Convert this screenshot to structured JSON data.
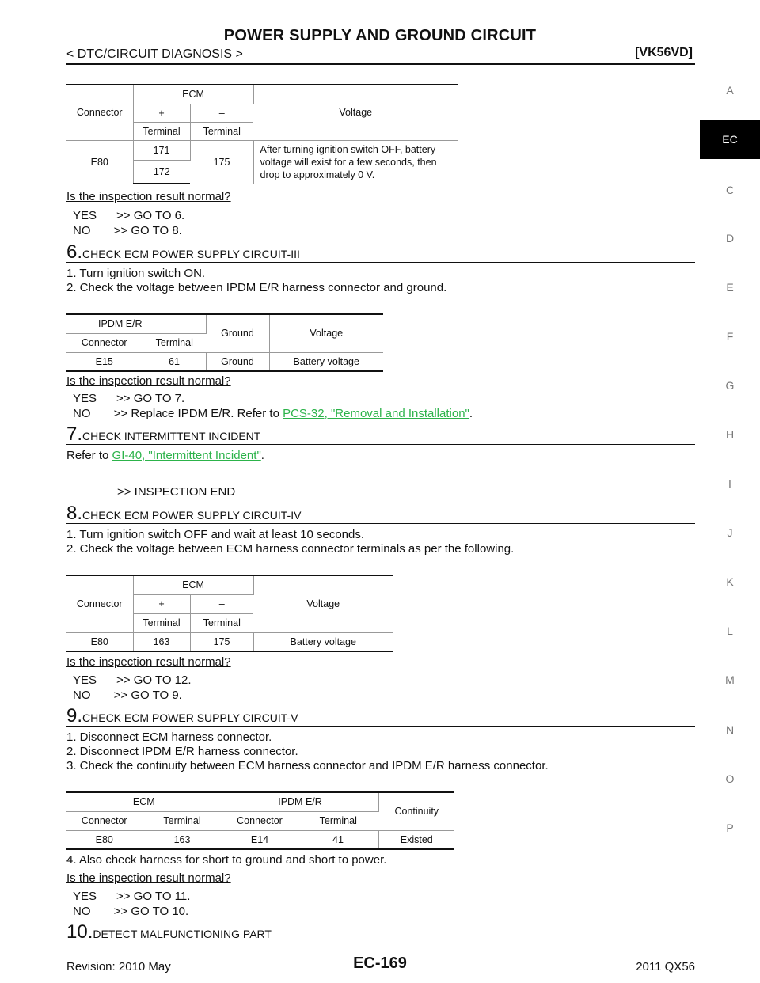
{
  "header": {
    "title": "POWER SUPPLY AND GROUND CIRCUIT",
    "subtitle": "< DTC/CIRCUIT DIAGNOSIS >",
    "model": "[VK56VD]"
  },
  "side_tabs": [
    "A",
    "EC",
    "C",
    "D",
    "E",
    "F",
    "G",
    "H",
    "I",
    "J",
    "K",
    "L",
    "M",
    "N",
    "O",
    "P"
  ],
  "active_tab": "EC",
  "table1": {
    "ecm": "ECM",
    "voltage": "Voltage",
    "connector": "Connector",
    "plus": "+",
    "minus": "–",
    "terminal": "Terminal",
    "conn_value": "E80",
    "t1": "171",
    "t2": "172",
    "neg": "175",
    "condition": "After turning ignition switch OFF, battery voltage will exist for a few seconds, then drop to approximately 0 V."
  },
  "q1": "Is the inspection result normal?",
  "yes1": "YES      >> GO TO 6.",
  "no1": "NO       >> GO TO 8.",
  "step6": {
    "num": "6.",
    "title": "CHECK ECM POWER SUPPLY CIRCUIT-III"
  },
  "s6_1": "1.  Turn ignition switch ON.",
  "s6_2": "2.  Check the voltage between IPDM E/R harness connector and ground.",
  "table2": {
    "ipdm": "IPDM E/R",
    "ground": "Ground",
    "voltage": "Voltage",
    "connector": "Connector",
    "terminal": "Terminal",
    "conn": "E15",
    "term": "61",
    "gnd": "Ground",
    "volt": "Battery voltage"
  },
  "q2": "Is the inspection result normal?",
  "yes2": "YES      >> GO TO 7.",
  "no2_prefix": "NO       >> Replace IPDM E/R. Refer to ",
  "no2_link": "PCS-32, \"Removal and Installation\"",
  "no2_suffix": ".",
  "step7": {
    "num": "7.",
    "title": "CHECK INTERMITTENT INCIDENT"
  },
  "s7_prefix": "Refer to ",
  "s7_link": "GI-40, \"Intermittent Incident\"",
  "s7_suffix": ".",
  "s7_end": ">> INSPECTION END",
  "step8": {
    "num": "8.",
    "title": "CHECK ECM POWER SUPPLY CIRCUIT-IV"
  },
  "s8_1": "1.  Turn ignition switch OFF and wait at least 10 seconds.",
  "s8_2": "2.  Check the voltage between ECM harness connector terminals as per the following.",
  "table3": {
    "ecm": "ECM",
    "voltage": "Voltage",
    "connector": "Connector",
    "plus": "+",
    "minus": "–",
    "terminal": "Terminal",
    "conn": "E80",
    "pos": "163",
    "neg": "175",
    "volt": "Battery voltage"
  },
  "q3": "Is the inspection result normal?",
  "yes3": "YES      >> GO TO 12.",
  "no3": "NO       >> GO TO 9.",
  "step9": {
    "num": "9.",
    "title": "CHECK ECM POWER SUPPLY CIRCUIT-V"
  },
  "s9_1": "1.  Disconnect ECM harness connector.",
  "s9_2": "2.  Disconnect IPDM E/R harness connector.",
  "s9_3": "3.  Check the continuity between ECM harness connector and IPDM E/R harness connector.",
  "table4": {
    "ecm": "ECM",
    "ipdm": "IPDM E/R",
    "continuity": "Continuity",
    "connector": "Connector",
    "terminal": "Terminal",
    "c1": "E80",
    "t1": "163",
    "c2": "E14",
    "t2": "41",
    "result": "Existed"
  },
  "s9_4": "4.  Also check harness for short to ground and short to power.",
  "q4": "Is the inspection result normal?",
  "yes4": "YES      >> GO TO 11.",
  "no4": "NO       >> GO TO 10.",
  "step10": {
    "num": "10.",
    "title": "DETECT MALFUNCTIONING PART"
  },
  "footer": {
    "revision": "Revision: 2010 May",
    "page": "EC-169",
    "model_year": "2011 QX56"
  }
}
